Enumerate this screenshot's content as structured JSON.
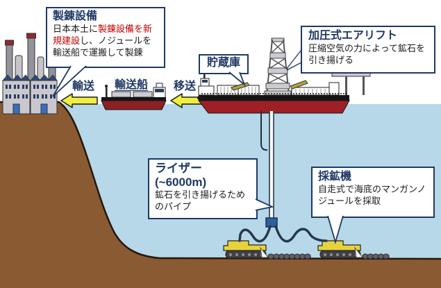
{
  "diagram": {
    "callouts": {
      "smelting": {
        "title": "製錬設備",
        "body_prefix": "日本本土に",
        "body_highlight": "製錬設備を新規建設",
        "body_suffix": "し、ノジュールを輸送船で運搬して製錬"
      },
      "storage": {
        "title": "貯蔵庫"
      },
      "airlift": {
        "title": "加圧式エアリフト",
        "body": "圧縮空気の力によって鉱石を引き揚げる"
      },
      "riser": {
        "title": "ライザー",
        "depth": "(~6000m)",
        "body": "鉱石を引き揚げるためのパイプ"
      },
      "miner": {
        "title": "採鉱機",
        "body": "自走式で海底のマンガンノジュールを採取"
      }
    },
    "flow_labels": {
      "transport": "輸送",
      "transport_ship": "輸送船",
      "transfer": "移送"
    },
    "colors": {
      "accent_navy": "#1f3864",
      "highlight_red": "#c00000",
      "water_blue": "#b6d8e8",
      "seafloor_brown": "#8a5a33",
      "ship_hull_red": "#9e2026",
      "arrow_yellow": "#f0ee3e",
      "machine_yellow": "#e8d23c",
      "connector_blue": "#2f5f9e"
    }
  }
}
